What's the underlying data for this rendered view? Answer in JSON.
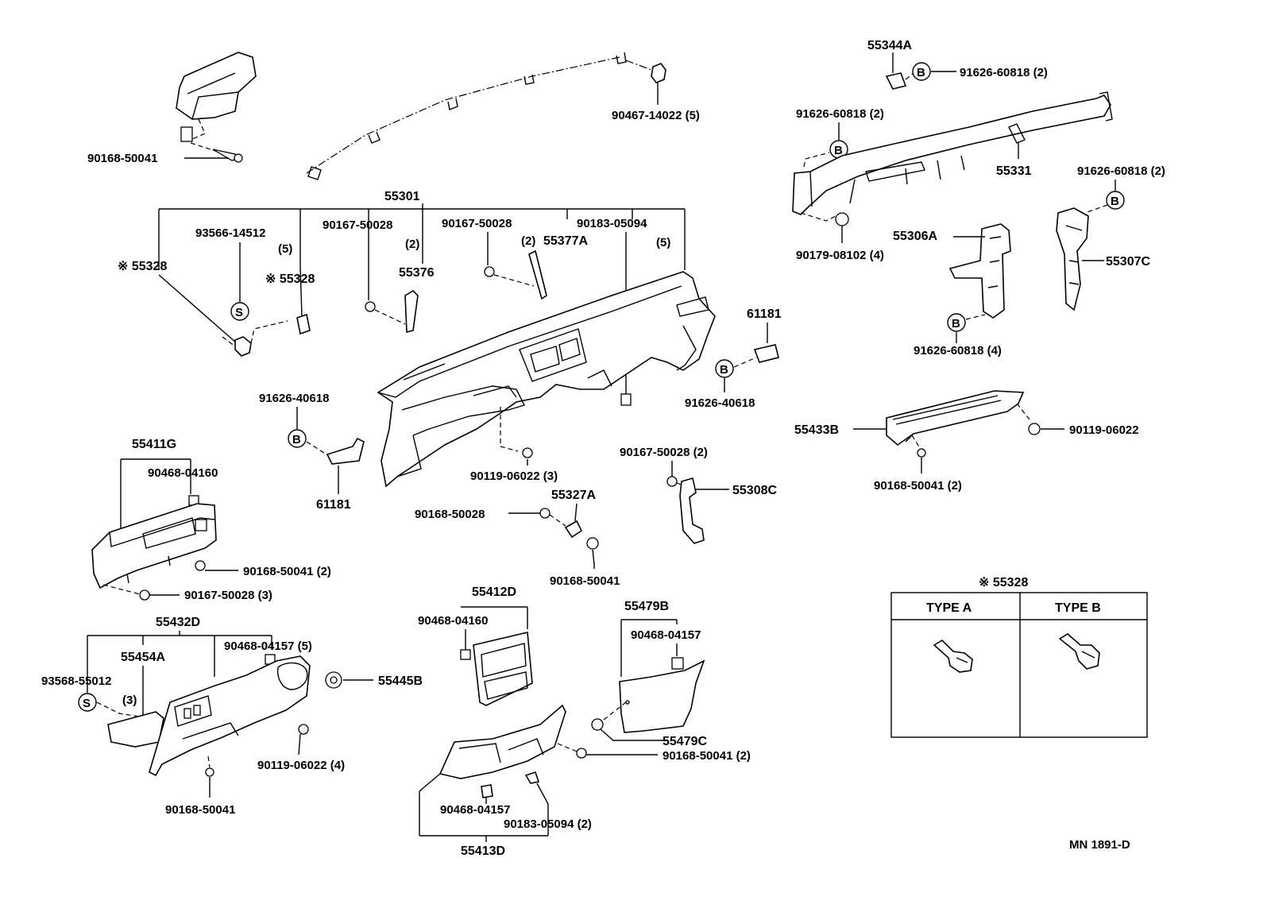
{
  "labels": {
    "p55301": "55301",
    "p90168_50041_a": "90168-50041",
    "p90467_14022": "90467-14022 (5)",
    "p55344A": "55344A",
    "p91626_60818_a": "91626-60818 (2)",
    "p91626_60818_b": "91626-60818 (2)",
    "p55331": "55331",
    "p91626_60818_c": "91626-60818 (2)",
    "p93566_14512": "93566-14512",
    "p93566_qty": "(5)",
    "p90167_50028_a": "90167-50028",
    "p90167_50028_a_qty": "(2)",
    "p90167_50028_b": "90167-50028",
    "p90167_50028_b_qty": "(2)",
    "p55377A": "55377A",
    "p90183_05094_a": "90183-05094",
    "p90183_05094_a_qty": "(5)",
    "p55328_a": "※ 55328",
    "p55328_b": "※ 55328",
    "p55376": "55376",
    "p55306A": "55306A",
    "p90179_08102": "90179-08102 (4)",
    "p55307C": "55307C",
    "p61181_a": "61181",
    "p91626_40618_a": "91626-40618",
    "p91626_60818_d": "91626-60818 (4)",
    "p91626_40618_b": "91626-40618",
    "p61181_b": "61181",
    "p55411G": "55411G",
    "p90468_04160_a": "90468-04160",
    "p90119_06022_a": "90119-06022 (3)",
    "p90167_50028_c": "90167-50028 (2)",
    "p55308C": "55308C",
    "p55433B": "55433B",
    "p90119_06022_b": "90119-06022",
    "p90168_50041_b": "90168-50041 (2)",
    "p55327A": "55327A",
    "p90168_50028": "90168-50028",
    "p90168_50041_c": "90168-50041",
    "p90168_50041_d": "90168-50041 (2)",
    "p90167_50028_d": "90167-50028 (3)",
    "p55432D": "55432D",
    "p55454A": "55454A",
    "p90468_04157_a": "90468-04157 (5)",
    "p93568_55012": "93568-55012",
    "p93568_qty": "(3)",
    "p55445B": "55445B",
    "p90119_06022_c": "90119-06022 (4)",
    "p90168_50041_e": "90168-50041",
    "p55412D": "55412D",
    "p90468_04160_b": "90468-04160",
    "p55479B": "55479B",
    "p90468_04157_b": "90468-04157",
    "p55479C": "55479C",
    "p90168_50041_f": "90168-50041 (2)",
    "p90468_04157_c": "90468-04157",
    "p90183_05094_b": "90183-05094 (2)",
    "p55413D": "55413D",
    "inset_title": "※ 55328",
    "type_a": "TYPE A",
    "type_b": "TYPE B",
    "drawing_number": "MN 1891-D"
  },
  "symbols": {
    "s": "S",
    "b": "B"
  }
}
